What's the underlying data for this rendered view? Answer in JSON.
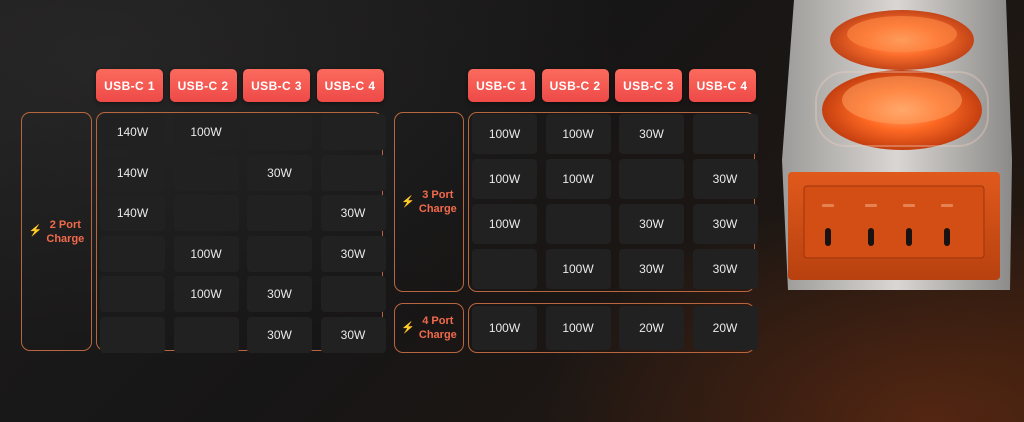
{
  "ports": [
    "USB-C 1",
    "USB-C 2",
    "USB-C 3",
    "USB-C 4"
  ],
  "two_port": {
    "label": "2 Port\nCharge",
    "rows": [
      [
        "140W",
        "100W",
        "",
        ""
      ],
      [
        "140W",
        "",
        "30W",
        ""
      ],
      [
        "140W",
        "",
        "",
        "30W"
      ],
      [
        "",
        "100W",
        "",
        "30W"
      ],
      [
        "",
        "100W",
        "30W",
        ""
      ],
      [
        "",
        "",
        "30W",
        "30W"
      ]
    ]
  },
  "three_port": {
    "label": "3 Port\nCharge",
    "rows": [
      [
        "100W",
        "100W",
        "30W",
        ""
      ],
      [
        "100W",
        "100W",
        "",
        "30W"
      ],
      [
        "100W",
        "",
        "30W",
        "30W"
      ],
      [
        "",
        "100W",
        "30W",
        "30W"
      ]
    ]
  },
  "four_port": {
    "label": "4 Port\nCharge",
    "rows": [
      [
        "100W",
        "100W",
        "20W",
        "20W"
      ]
    ]
  },
  "colors": {
    "accent": "#ee4a48",
    "frame": "#b8663f",
    "label": "#f26a4c"
  },
  "icons": {
    "charge": "lightning-bolt-icon"
  }
}
